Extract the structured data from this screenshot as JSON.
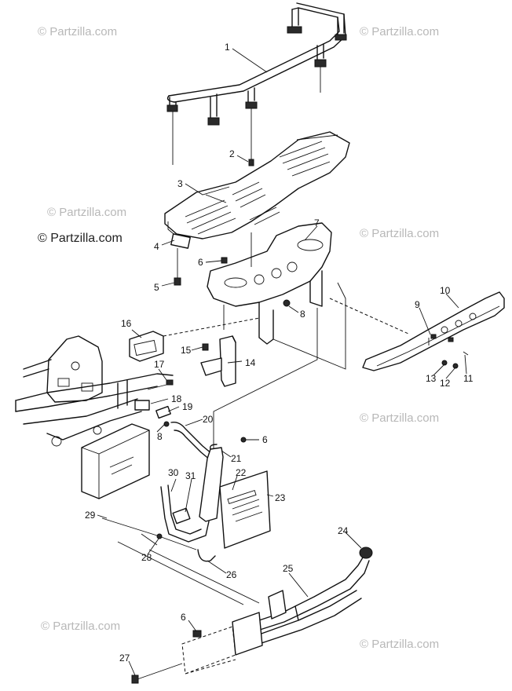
{
  "watermark": {
    "text": "© Partzilla.com",
    "prominent_text": "© Partzilla.com"
  },
  "callouts": [
    {
      "id": "1",
      "label": "1"
    },
    {
      "id": "2",
      "label": "2"
    },
    {
      "id": "3",
      "label": "3"
    },
    {
      "id": "4",
      "label": "4"
    },
    {
      "id": "5",
      "label": "5"
    },
    {
      "id": "6a",
      "label": "6"
    },
    {
      "id": "7",
      "label": "7"
    },
    {
      "id": "8a",
      "label": "8"
    },
    {
      "id": "9",
      "label": "9"
    },
    {
      "id": "10",
      "label": "10"
    },
    {
      "id": "11",
      "label": "11"
    },
    {
      "id": "12",
      "label": "12"
    },
    {
      "id": "13",
      "label": "13"
    },
    {
      "id": "14",
      "label": "14"
    },
    {
      "id": "15",
      "label": "15"
    },
    {
      "id": "16",
      "label": "16"
    },
    {
      "id": "17",
      "label": "17"
    },
    {
      "id": "18",
      "label": "18"
    },
    {
      "id": "19",
      "label": "19"
    },
    {
      "id": "8b",
      "label": "8"
    },
    {
      "id": "20",
      "label": "20"
    },
    {
      "id": "6b",
      "label": "6"
    },
    {
      "id": "21",
      "label": "21"
    },
    {
      "id": "22",
      "label": "22"
    },
    {
      "id": "23",
      "label": "23"
    },
    {
      "id": "30",
      "label": "30"
    },
    {
      "id": "31",
      "label": "31"
    },
    {
      "id": "29",
      "label": "29"
    },
    {
      "id": "28",
      "label": "28"
    },
    {
      "id": "26",
      "label": "26"
    },
    {
      "id": "24",
      "label": "24"
    },
    {
      "id": "25",
      "label": "25"
    },
    {
      "id": "6c",
      "label": "6"
    },
    {
      "id": "27",
      "label": "27"
    }
  ]
}
